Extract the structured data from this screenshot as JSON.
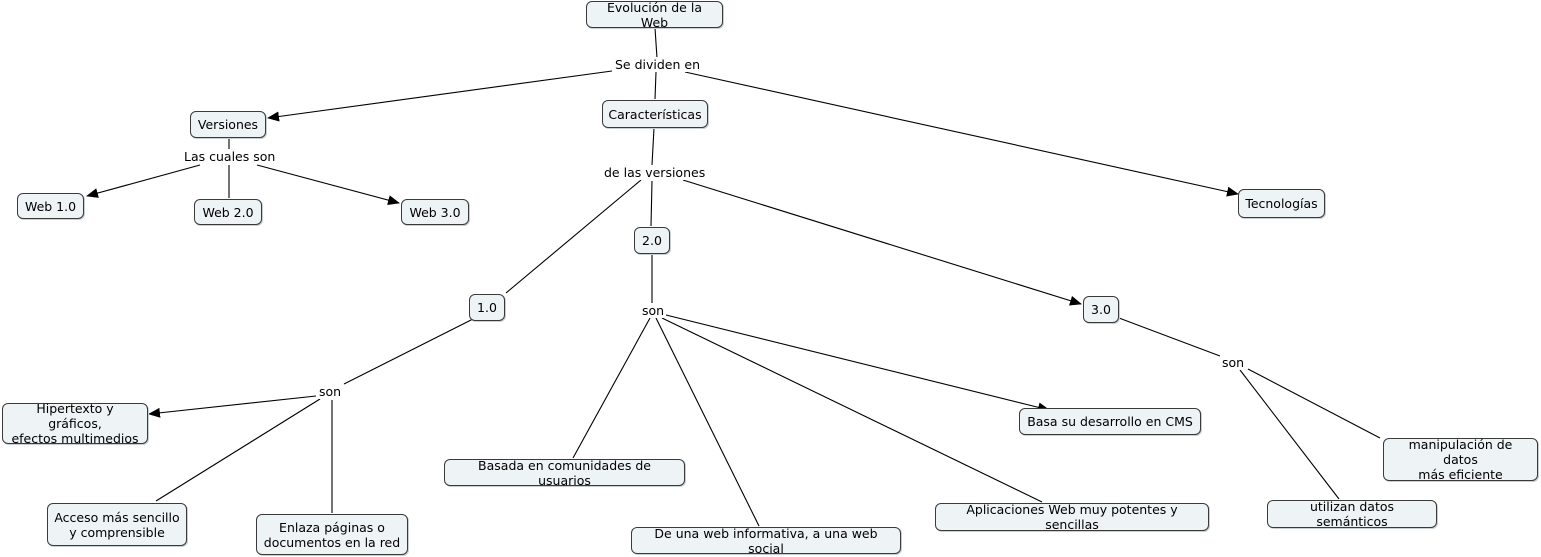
{
  "concepts": {
    "root": "Evolución de la Web",
    "versiones": "Versiones",
    "caracteristicas": "Características",
    "tecnologias": "Tecnologías",
    "web10": "Web 1.0",
    "web20": "Web 2.0",
    "web30": "Web 3.0",
    "v10": "1.0",
    "v20": "2.0",
    "v30": "3.0",
    "hipertexto_line1": "Hipertexto y gráficos,",
    "hipertexto_line2": "efectos multimedios",
    "acceso_line1": "Acceso más sencillo",
    "acceso_line2": "y comprensible",
    "enlaza_line1": "Enlaza páginas o",
    "enlaza_line2": "documentos en la red",
    "basada": "Basada en comunidades de usuarios",
    "informativa": "De una web informativa, a una web social",
    "aplicaciones": "Aplicaciones Web muy potentes y sencillas",
    "cms": "Basa su desarrollo en CMS",
    "semanticos": "utilizan datos semánticos",
    "manipulacion_line1": "manipulación de datos",
    "manipulacion_line2": "más eficiente"
  },
  "linking_phrases": {
    "se_dividen_en": "Se dividen en",
    "las_cuales_son": "Las cuales son",
    "de_las_versiones": "de las versiones",
    "son_10": "son",
    "son_20": "son",
    "son_30": "son"
  }
}
